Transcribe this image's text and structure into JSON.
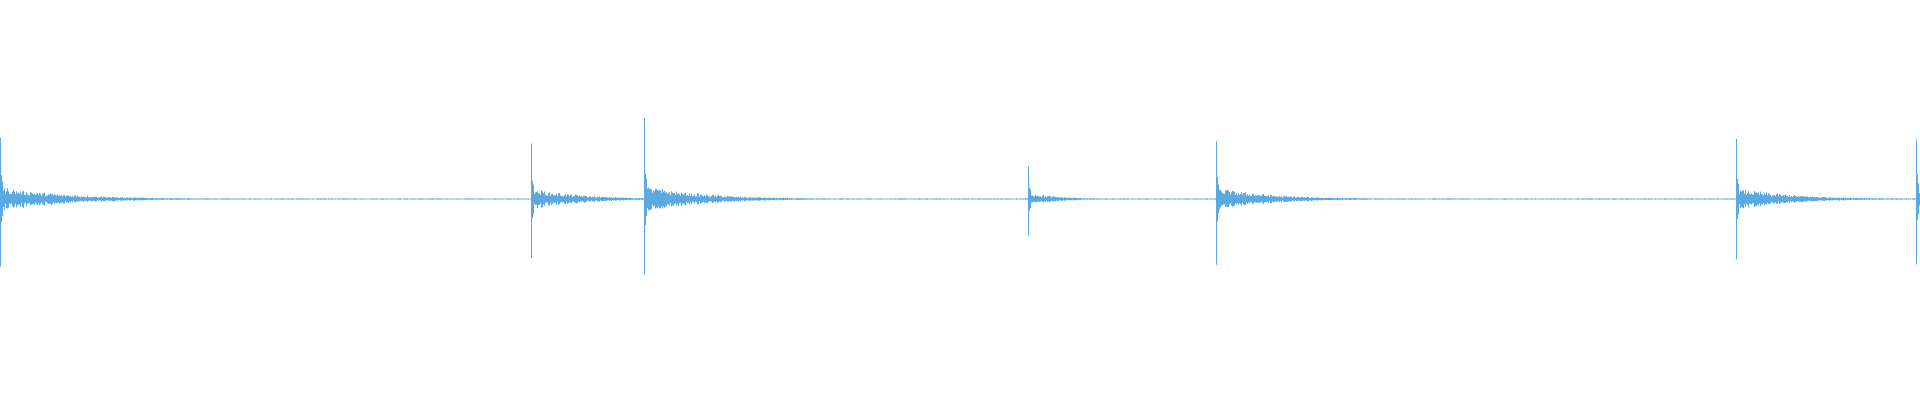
{
  "waveform": {
    "color": "#5aa9e0",
    "background": "#ffffff",
    "onsets": [
      {
        "position": 0.0,
        "amplitude": 0.8,
        "decay": 0.036
      },
      {
        "position": 0.277,
        "amplitude": 0.7,
        "decay": 0.026
      },
      {
        "position": 0.336,
        "amplitude": 0.92,
        "decay": 0.03
      },
      {
        "position": 0.536,
        "amplitude": 0.43,
        "decay": 0.016
      },
      {
        "position": 0.634,
        "amplitude": 0.73,
        "decay": 0.03
      },
      {
        "position": 0.905,
        "amplitude": 0.72,
        "decay": 0.03
      },
      {
        "position": 0.999,
        "amplitude": 0.8,
        "decay": 0.004
      }
    ]
  }
}
